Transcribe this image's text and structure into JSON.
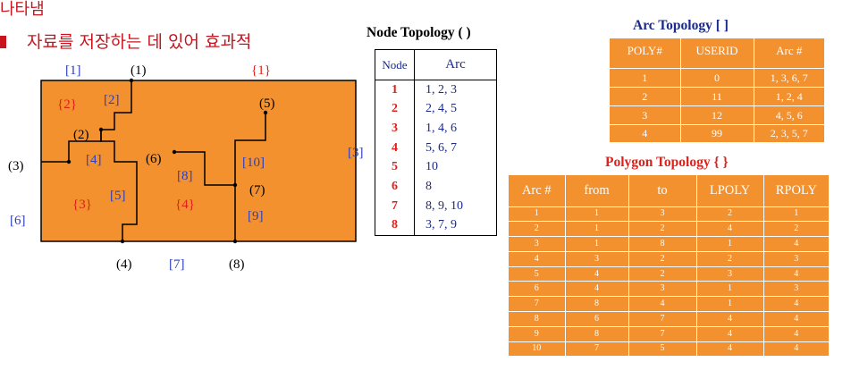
{
  "header": {
    "line1": "나타냄",
    "line2": "자료를 저장하는 데 있어 효과적"
  },
  "colors": {
    "map_fill": "#f2912e",
    "label_blue": "#2b3fc0",
    "label_red": "#e0201a",
    "table_fill": "#f2912e",
    "header_red": "#c8141e"
  },
  "diagram": {
    "arc_labels": [
      "[1]",
      "[2]",
      "[3]",
      "[4]",
      "[5]",
      "[6]",
      "[7]",
      "[8]",
      "[9]",
      "[10]"
    ],
    "node_labels": [
      "(1)",
      "(2)",
      "(3)",
      "(4)",
      "(5)",
      "(6)",
      "(7)",
      "(8)"
    ],
    "polygon_labels": [
      "{1}",
      "{2}",
      "{3}",
      "{4}"
    ]
  },
  "node_topology": {
    "title": "Node Topology ( )",
    "headers": [
      "Node",
      "Arc"
    ],
    "rows": [
      [
        "1",
        "1, 2, 3"
      ],
      [
        "2",
        "2, 4, 5"
      ],
      [
        "3",
        "1, 4, 6"
      ],
      [
        "4",
        "5, 6, 7"
      ],
      [
        "5",
        "10"
      ],
      [
        "6",
        "8"
      ],
      [
        "7",
        "8,  9, 10"
      ],
      [
        "8",
        "3, 7, 9"
      ]
    ]
  },
  "arc_topology": {
    "title": "Arc Topology [ ]",
    "headers": [
      "POLY#",
      "USERID",
      "Arc #"
    ],
    "rows": [
      [
        "1",
        "0",
        "1, 3, 6, 7"
      ],
      [
        "2",
        "11",
        "1, 2, 4"
      ],
      [
        "3",
        "12",
        "4, 5, 6"
      ],
      [
        "4",
        "99",
        "2, 3, 5, 7"
      ]
    ]
  },
  "polygon_topology": {
    "title": "Polygon Topology { }",
    "headers": [
      "Arc #",
      "from",
      "to",
      "LPOLY",
      "RPOLY"
    ],
    "rows": [
      [
        "1",
        "1",
        "3",
        "2",
        "1"
      ],
      [
        "2",
        "1",
        "2",
        "4",
        "2"
      ],
      [
        "3",
        "1",
        "8",
        "1",
        "4"
      ],
      [
        "4",
        "3",
        "2",
        "2",
        "3"
      ],
      [
        "5",
        "4",
        "2",
        "3",
        "4"
      ],
      [
        "6",
        "4",
        "3",
        "1",
        "3"
      ],
      [
        "7",
        "8",
        "4",
        "1",
        "4"
      ],
      [
        "8",
        "6",
        "7",
        "4",
        "4"
      ],
      [
        "9",
        "8",
        "7",
        "4",
        "4"
      ],
      [
        "10",
        "7",
        "5",
        "4",
        "4"
      ]
    ]
  }
}
